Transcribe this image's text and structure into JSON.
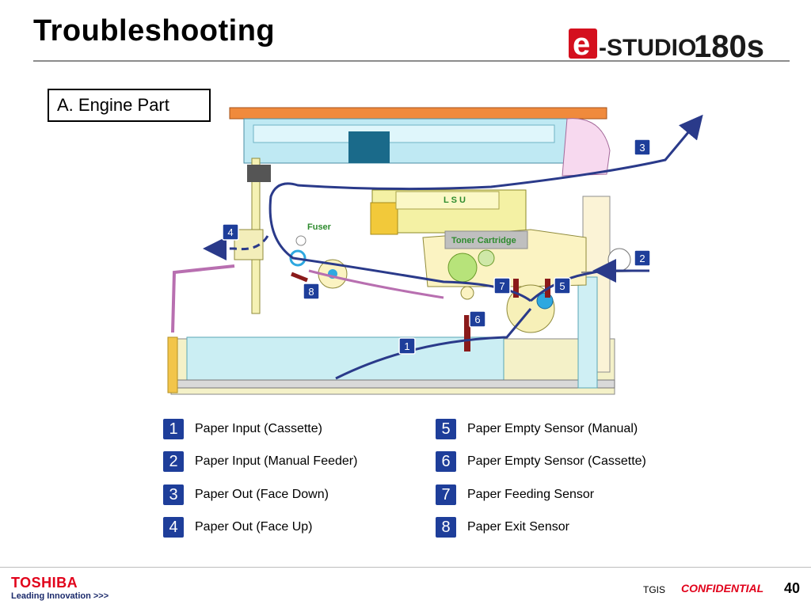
{
  "header": {
    "title": "Troubleshooting",
    "logo_e": "e",
    "logo_studio": "-STUDIO",
    "logo_model": "180s"
  },
  "section": {
    "label": "A. Engine Part"
  },
  "diagram": {
    "labels": {
      "lsu": "L S U",
      "fuser": "Fuser",
      "toner": "Toner Cartridge"
    },
    "markers": [
      "1",
      "2",
      "3",
      "4",
      "5",
      "6",
      "7",
      "8"
    ]
  },
  "legend": [
    {
      "num": "1",
      "label": "Paper Input (Cassette)"
    },
    {
      "num": "2",
      "label": "Paper Input (Manual Feeder)"
    },
    {
      "num": "3",
      "label": "Paper Out (Face Down)"
    },
    {
      "num": "4",
      "label": "Paper Out (Face Up)"
    },
    {
      "num": "5",
      "label": "Paper Empty Sensor (Manual)"
    },
    {
      "num": "6",
      "label": "Paper Empty Sensor (Cassette)"
    },
    {
      "num": "7",
      "label": "Paper Feeding Sensor"
    },
    {
      "num": "8",
      "label": "Paper Exit Sensor"
    }
  ],
  "footer": {
    "brand": "TOSHIBA",
    "tagline": "Leading Innovation >>>",
    "tgis": "TGIS",
    "confidential": "CONFIDENTIAL",
    "page": "40"
  },
  "colors": {
    "accent_blue": "#1e3e9a",
    "brand_red": "#e1001a",
    "fuser_green": "#2e8b2e"
  }
}
